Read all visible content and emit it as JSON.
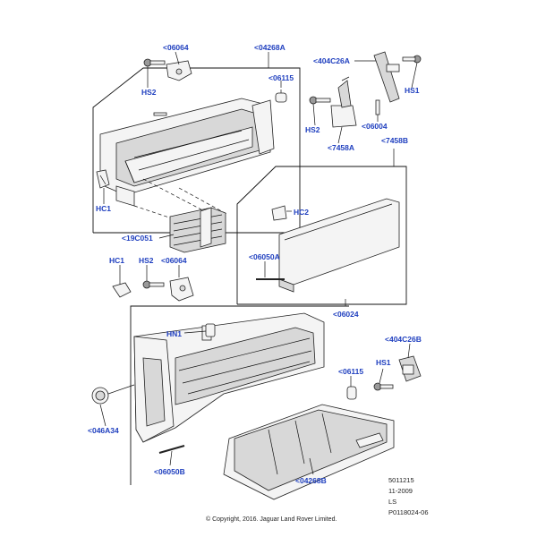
{
  "labels": {
    "p06064_top": "<06064",
    "hs2_top": "HS2",
    "p04268A": "<04268A",
    "p06115_top": "<06115",
    "hc1_top": "HC1",
    "p19C051": "<19C051",
    "p404C26A": "<404C26A",
    "hs1_top": "HS1",
    "hs2_mid": "HS2",
    "p06004": "<06004",
    "p7458A": "<7458A",
    "p7458B": "<7458B",
    "hc2": "HC2",
    "p06050A": "<06050A",
    "p06024": "<06024",
    "hc1_mid": "HC1",
    "hs2_row": "HS2",
    "p06064_mid": "<06064",
    "hn1": "HN1",
    "p404C26B": "<404C26B",
    "p06115_low": "<06115",
    "hs1_low": "HS1",
    "p046A34": "<046A34",
    "p06050B": "<06050B",
    "p04268B": "<04268B"
  },
  "footer": {
    "code": "5011215",
    "date": "11-2009",
    "initials": "LS",
    "ref": "P0118024-06",
    "copyright": "© Copyright, 2016. Jaguar Land Rover Limited."
  },
  "colors": {
    "label": "#1f3fbf",
    "line": "#111111"
  }
}
